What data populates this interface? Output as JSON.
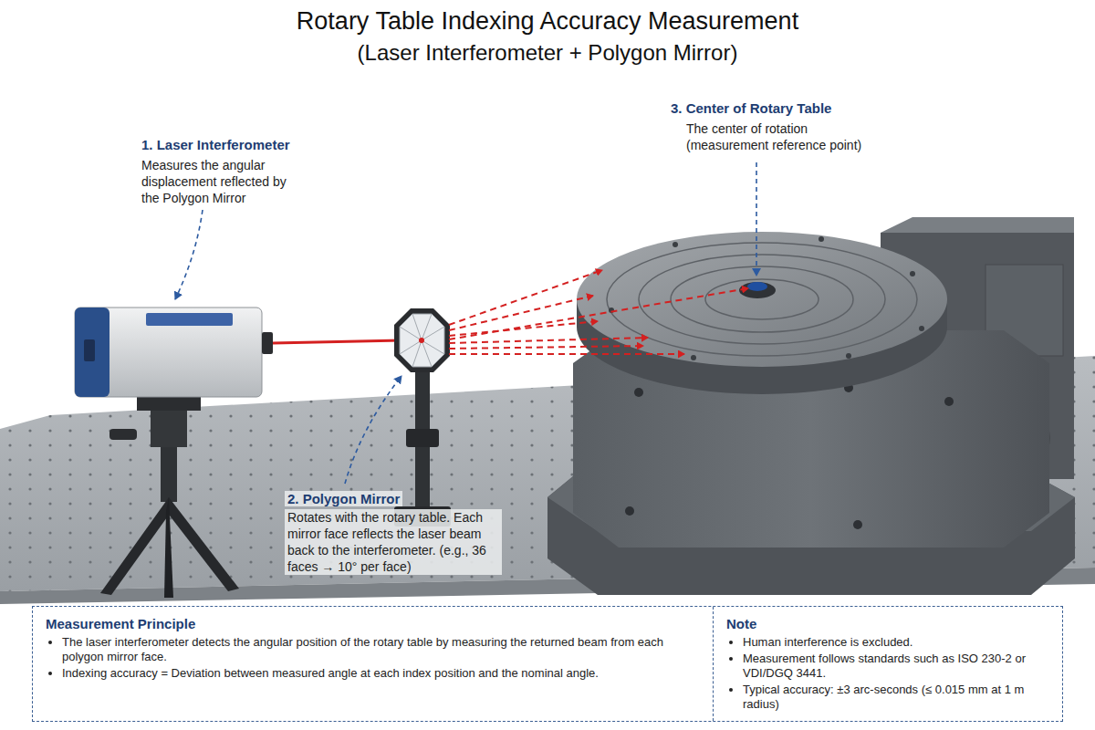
{
  "diagram": {
    "title": "Rotary Table Indexing Accuracy Measurement",
    "nodes": [
      {
        "text": [
          "Measurement Principle",
          "The laser interferometer detects the angular position of the rotary table by measuring the returned beam from each polygon mirror face.",
          "Indexing accuracy = Deviation between measured angle at each index position and the nominal angle.",
          "Note",
          "Human interference is excluded.",
          "Measurement follows standards such as ISO 230-2 or VDI/DGQ 3441.",
          "Typical accuracy: ±3 arc-seconds (≤ 0.015 mm at 1 m radius)"
        ]
      }
    ],
    "edges": [],
    "labels": [
      "(Laser Interferometer + Polygon Mirror)",
      "1. Laser Interferometer",
      "Measures the angular displacement reflected by the Polygon Mirror",
      "2. Polygon Mirror",
      "Rotates with the rotary table. Each mirror face reflects the laser beam back to the interferometer. (e.g., 36 faces → 10° per face)",
      "3. Center of Rotary Table",
      "The center of rotation (measurement reference point)"
    ]
  }
}
